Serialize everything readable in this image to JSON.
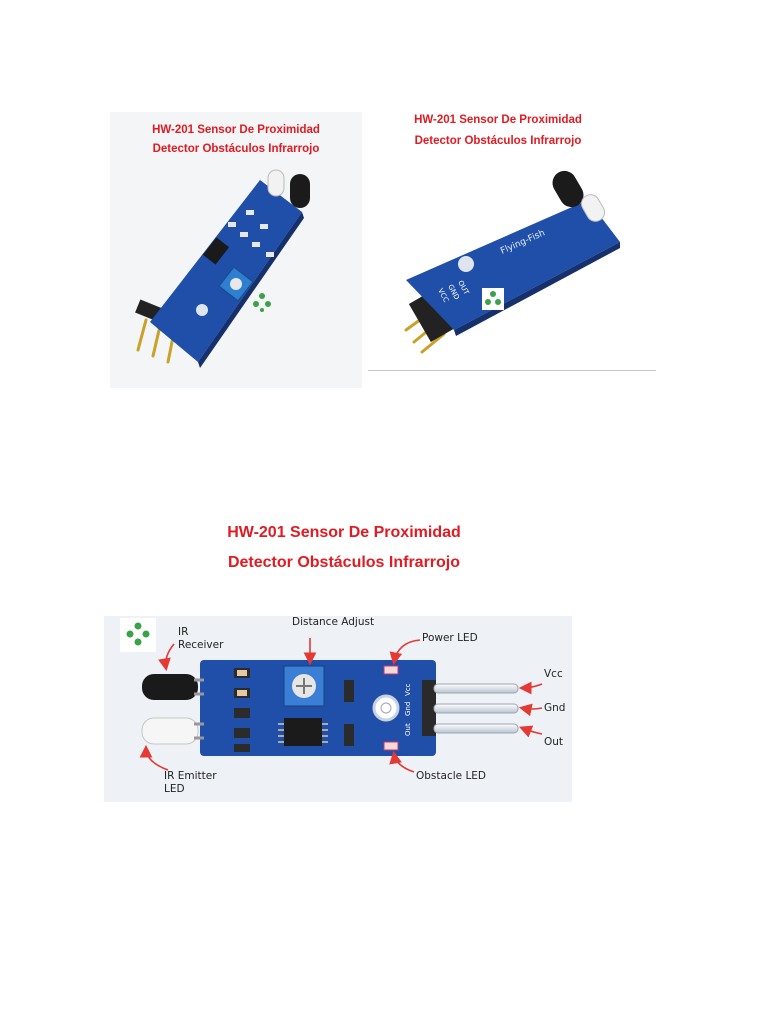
{
  "colors": {
    "title_red": "#e01b22",
    "pcb_blue": "#1f4fa8",
    "pcb_dark": "#16306b",
    "arrow_red": "#e53935"
  },
  "photo_left": {
    "title_line1": "HW-201 Sensor De Proximidad",
    "title_line2": "Detector Obstáculos Infrarrojo"
  },
  "photo_right": {
    "title_line1": "HW-201 Sensor De Proximidad",
    "title_line2": "Detector Obstáculos Infrarrojo",
    "pin_labels": [
      "VCC",
      "GND",
      "OUT"
    ],
    "board_print": "Flying-Fish"
  },
  "diagram": {
    "title_line1": "HW-201 Sensor De Proximidad",
    "title_line2": "Detector Obstáculos Infrarrojo",
    "labels": {
      "ir_receiver_1": "IR",
      "ir_receiver_2": "Receiver",
      "distance_adjust": "Distance Adjust",
      "power_led": "Power LED",
      "vcc": "Vcc",
      "gnd": "Gnd",
      "out": "Out",
      "ir_emitter_1": "IR Emitter",
      "ir_emitter_2": "LED",
      "obstacle_led": "Obstacle LED"
    },
    "board_pins": [
      "Vcc",
      "Gnd",
      "Out"
    ]
  },
  "icons": [
    "logo-icon",
    "arrow-icon"
  ]
}
